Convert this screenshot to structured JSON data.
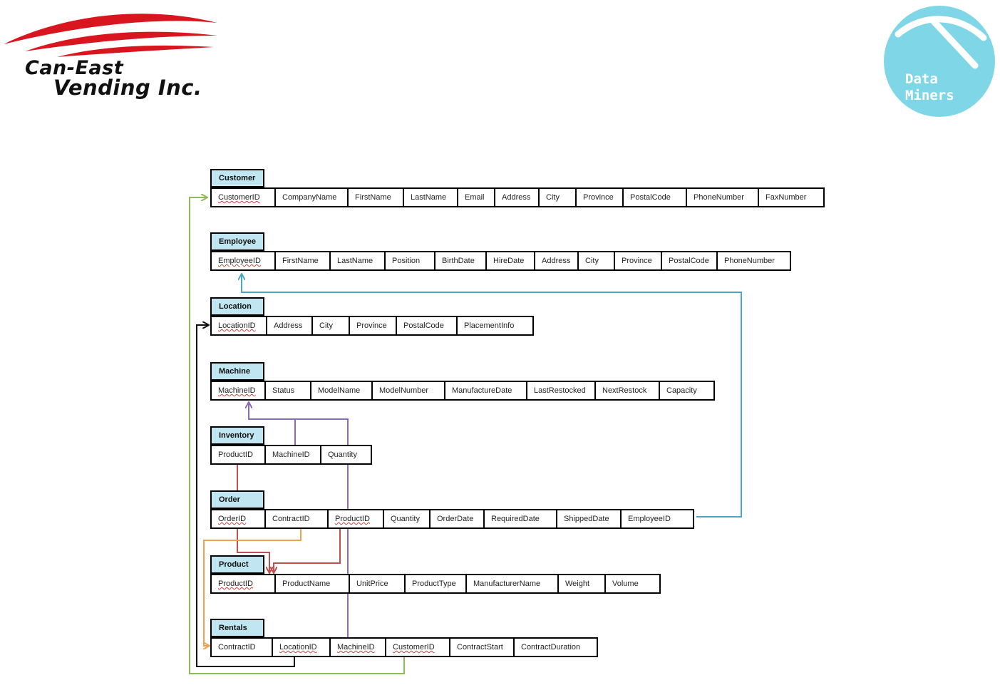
{
  "branding": {
    "company_name_line1": "Can-East",
    "company_name_line2": "Vending Inc.",
    "badge_line1": "Data",
    "badge_line2": "Miners",
    "logo_color": "#d9161f",
    "badge_color": "#7fd6e6"
  },
  "entities": [
    {
      "name": "Customer",
      "attributes": [
        "CustomerID",
        "CompanyName",
        "FirstName",
        "LastName",
        "Email",
        "Address",
        "City",
        "Province",
        "PostalCode",
        "PhoneNumber",
        "FaxNumber"
      ]
    },
    {
      "name": "Employee",
      "attributes": [
        "EmployeeID",
        "FirstName",
        "LastName",
        "Position",
        "BirthDate",
        "HireDate",
        "Address",
        "City",
        "Province",
        "PostalCode",
        "PhoneNumber"
      ]
    },
    {
      "name": "Location",
      "attributes": [
        "LocationID",
        "Address",
        "City",
        "Province",
        "PostalCode",
        "PlacementInfo"
      ]
    },
    {
      "name": "Machine",
      "attributes": [
        "MachineID",
        "Status",
        "ModelName",
        "ModelNumber",
        "ManufactureDate",
        "LastRestocked",
        "NextRestock",
        "Capacity"
      ]
    },
    {
      "name": "Inventory",
      "attributes": [
        "ProductID",
        "MachineID",
        "Quantity"
      ]
    },
    {
      "name": "Order",
      "attributes": [
        "OrderID",
        "ContractID",
        "ProductID",
        "Quantity",
        "OrderDate",
        "RequiredDate",
        "ShippedDate",
        "EmployeeID"
      ]
    },
    {
      "name": "Product",
      "attributes": [
        "ProductID",
        "ProductName",
        "UnitPrice",
        "ProductType",
        "ManufacturerName",
        "Weight",
        "Volume"
      ]
    },
    {
      "name": "Rentals",
      "attributes": [
        "ContractID",
        "LocationID",
        "MachineID",
        "CustomerID",
        "ContractStart",
        "ContractDuration"
      ]
    }
  ],
  "relationships": [
    {
      "from": "Rentals.CustomerID",
      "to": "Customer.CustomerID",
      "color": "#8dbb5a"
    },
    {
      "from": "Order.EmployeeID",
      "to": "Employee.EmployeeID",
      "color": "#4aa8c4"
    },
    {
      "from": "Rentals.LocationID",
      "to": "Location.LocationID",
      "color": "#111111"
    },
    {
      "from": "Inventory.MachineID",
      "to": "Machine.MachineID",
      "color": "#8a6bb8"
    },
    {
      "from": "Rentals.MachineID",
      "to": "Machine.MachineID",
      "color": "#8a6bb8"
    },
    {
      "from": "Inventory.ProductID",
      "to": "Product.ProductID",
      "color": "#c0504d"
    },
    {
      "from": "Order.ProductID",
      "to": "Product.ProductID",
      "color": "#c0504d"
    },
    {
      "from": "Order.ContractID",
      "to": "Rentals.ContractID",
      "color": "#f0a050"
    }
  ]
}
